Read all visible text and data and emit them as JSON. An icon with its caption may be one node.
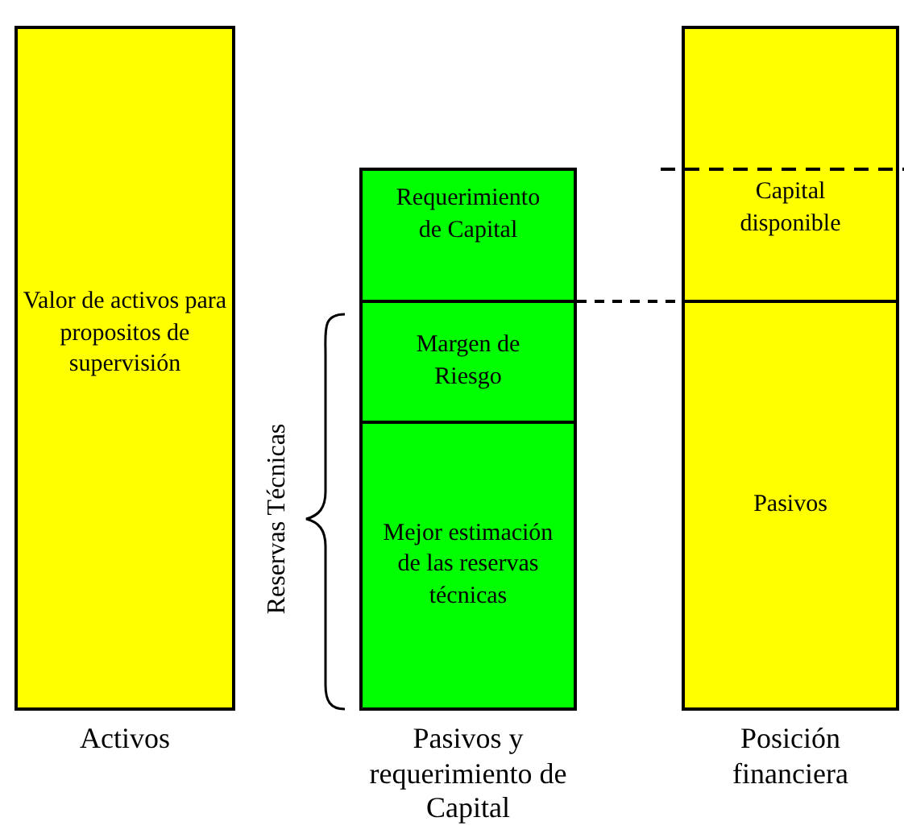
{
  "diagram": {
    "nodes": [
      {
        "text": [
          "Valor de activos para propositos de supervisión"
        ],
        "beside": [
          "Activos"
        ]
      },
      {
        "text": [
          "Requerimiento de Capital"
        ]
      },
      {
        "text": [
          "Margen de Riesgo"
        ]
      },
      {
        "text": [
          "Mejor estimación de las reservas técnicas"
        ],
        "beside": [
          "Pasivos y requerimiento de Capital"
        ]
      },
      {
        "text": [
          "Capital disponible"
        ]
      },
      {
        "text": [
          "Pasivos"
        ],
        "beside": [
          "Posición financiera"
        ]
      }
    ],
    "edges": [
      {
        "from": 1,
        "to": 4,
        "arrow": "none",
        "style": "dashed"
      }
    ],
    "labels": [
      "Reservas Técnicas"
    ]
  }
}
